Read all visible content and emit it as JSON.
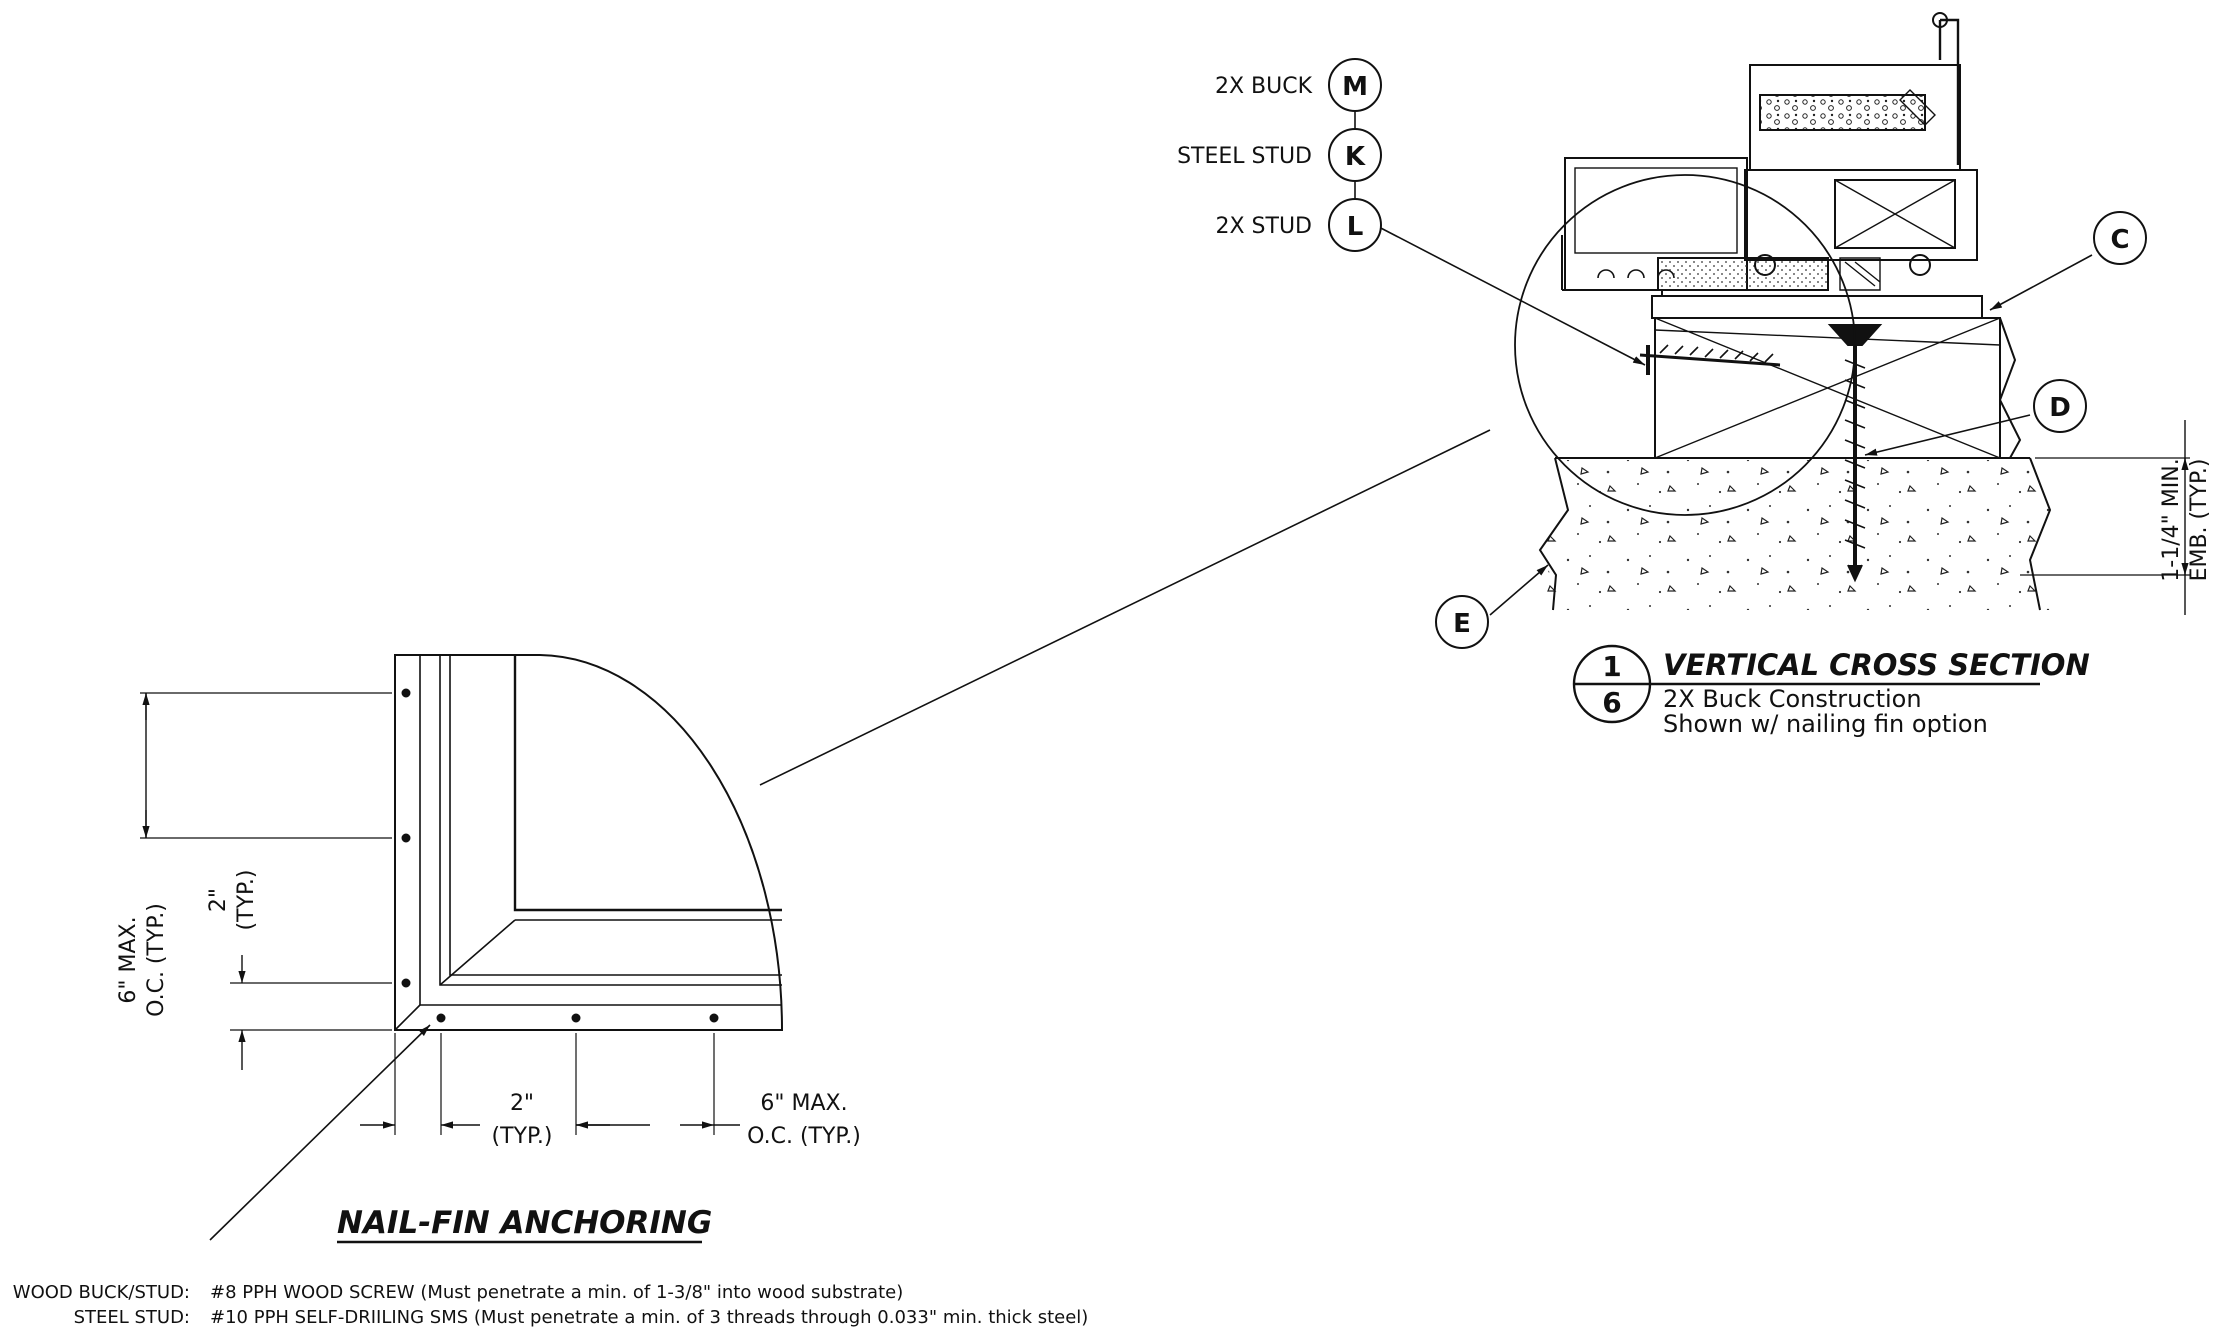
{
  "callouts": {
    "m": {
      "letter": "M",
      "label": "2X BUCK"
    },
    "k": {
      "letter": "K",
      "label": "STEEL STUD"
    },
    "l": {
      "letter": "L",
      "label": "2X STUD"
    },
    "c": {
      "letter": "C"
    },
    "d": {
      "letter": "D"
    },
    "e": {
      "letter": "E"
    }
  },
  "dimensions": {
    "embedment_line1": "1-1/4\" MIN.",
    "embedment_line2": "EMB. (TYP.)",
    "vert_max_line1": "6\" MAX.",
    "vert_max_line2": "O.C. (TYP.)",
    "vert_edge_line1": "2\"",
    "vert_edge_line2": "(TYP.)",
    "horiz_edge_line1": "2\"",
    "horiz_edge_line2": "(TYP.)",
    "horiz_max_line1": "6\" MAX.",
    "horiz_max_line2": "O.C. (TYP.)"
  },
  "section_title": {
    "detail_number": "1",
    "sheet_number": "6",
    "title": "VERTICAL CROSS SECTION",
    "subtitle_line1": "2X Buck Construction",
    "subtitle_line2": "Shown w/ nailing fin option"
  },
  "nailfin_title": "NAIL-FIN ANCHORING",
  "notes": [
    {
      "label": "WOOD BUCK/STUD:",
      "text": "#8 PPH WOOD SCREW (Must penetrate a min. of 1-3/8\" into wood substrate)"
    },
    {
      "label": "STEEL STUD:",
      "text": "#10 PPH SELF-DRIILING SMS (Must penetrate a min. of 3 threads through 0.033\" min. thick steel)"
    }
  ]
}
